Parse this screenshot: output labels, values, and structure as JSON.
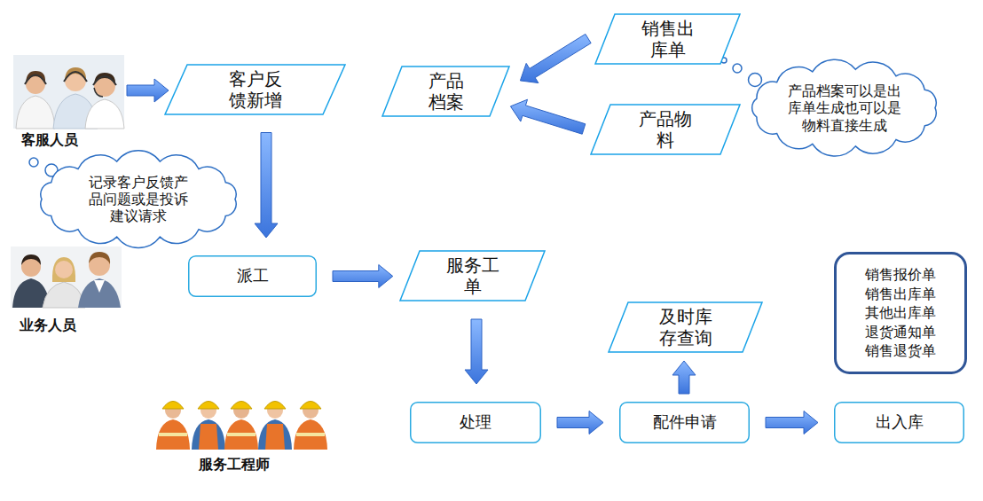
{
  "diagram": {
    "nodes": [
      {
        "text": [
          "销售出库单"
        ]
      },
      {
        "text": [
          "客户反馈新增"
        ]
      },
      {
        "text": [
          "产品档案"
        ]
      },
      {
        "text": [
          "产品档案可以是出库单生成也可以是物料直接生成"
        ]
      },
      {
        "text": [
          "产品物料"
        ]
      },
      {
        "text": [
          "记录客户反馈产品问题或是投诉建议请求"
        ]
      },
      {
        "text": [
          "派工"
        ]
      },
      {
        "text": [
          "服务工单"
        ]
      },
      {
        "text": [
          "销售报价单",
          "销售出库单",
          "其他出库单",
          "退货通知单",
          "销售退货单"
        ]
      },
      {
        "text": [
          "及时库存查询"
        ]
      },
      {
        "text": [
          "处理"
        ]
      },
      {
        "text": [
          "配件申请"
        ]
      },
      {
        "text": [
          "出入库"
        ]
      }
    ],
    "edges": [
      {
        "from": 0,
        "to": 2,
        "arrow": "to"
      },
      {
        "from": 4,
        "to": 2,
        "arrow": "to"
      },
      {
        "from": 1,
        "to": 6,
        "arrow": "to"
      },
      {
        "from": 6,
        "to": 7,
        "arrow": "to"
      },
      {
        "from": 7,
        "to": 10,
        "arrow": "to"
      },
      {
        "from": 10,
        "to": 11,
        "arrow": "to"
      },
      {
        "from": 11,
        "to": 9,
        "arrow": "to"
      },
      {
        "from": 11,
        "to": 12,
        "arrow": "to"
      }
    ],
    "labels": [
      "客服人员",
      "业务人员",
      "服务工程师"
    ]
  }
}
